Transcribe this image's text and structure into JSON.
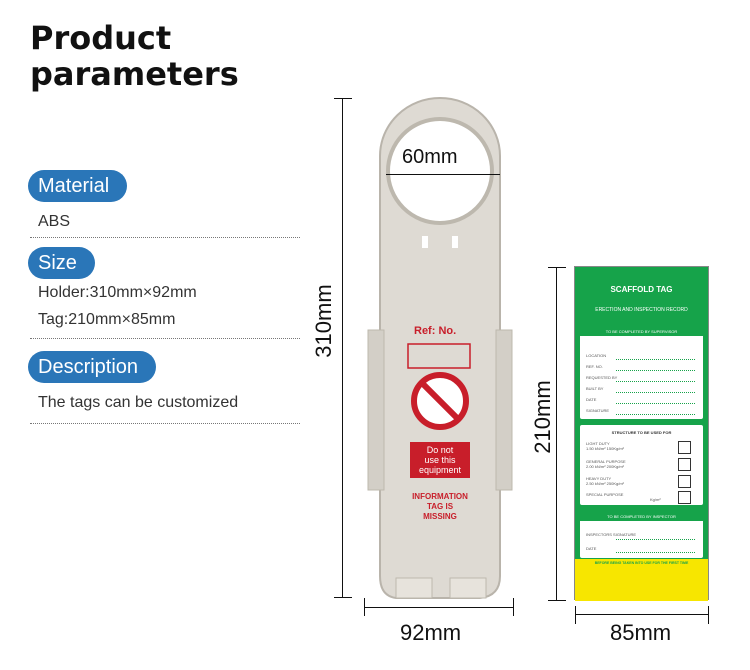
{
  "heading": "Product parameters",
  "sections": {
    "material": {
      "label": "Material",
      "lines": [
        "ABS"
      ]
    },
    "size": {
      "label": "Size",
      "lines": [
        "Holder:310mm×92mm",
        "Tag:210mm×85mm"
      ]
    },
    "description": {
      "label": "Description",
      "lines": [
        "The tags can be customized"
      ]
    }
  },
  "holder": {
    "hole_dim": "60mm",
    "height_dim": "310mm",
    "width_dim": "92mm",
    "ref_label": "Ref: No.",
    "warning_lines": [
      "Do not",
      "use this",
      "equipment"
    ],
    "info_lines": [
      "INFORMATION",
      "TAG IS",
      "MISSING"
    ]
  },
  "tag": {
    "height_dim": "210mm",
    "width_dim": "85mm",
    "title": "SCAFFOLD TAG",
    "subtitle": "ERECTION AND INSPECTION RECORD",
    "supervisor_header": "TO BE COMPLETED BY SUPERVISOR",
    "supervisor_fields": [
      "LOCATION",
      "REF. NO.",
      "REQUESTED BY",
      "BUILT BY",
      "DATE",
      "SIGNATURE"
    ],
    "structure_header": "STRUCTURE TO BE USED FOR",
    "structure_rows": [
      {
        "name": "LIGHT DUTY",
        "load": "1.50 kN/m² 150Kg/m²"
      },
      {
        "name": "GENERAL PURPOSE",
        "load": "2.00 kN/m² 200Kg/m²"
      },
      {
        "name": "HEAVY DUTY",
        "load": "2.50 kN/m² 250Kg/m²"
      },
      {
        "name": "SPECIAL PURPOSE",
        "load": "Kg/m²"
      }
    ],
    "inspector_header": "TO BE COMPLETED BY INSPECTOR",
    "inspector_fields": [
      "INSPECTORS SIGNATURE",
      "DATE"
    ],
    "footer": "BEFORE BEING TAKEN INTO USE FOR THE FIRST TIME"
  },
  "colors": {
    "accent": "#2a76b8",
    "tag_green": "#16a34a",
    "tag_yellow": "#f7e600",
    "holder": "#dedad3",
    "warning_red": "#c81e2a"
  }
}
